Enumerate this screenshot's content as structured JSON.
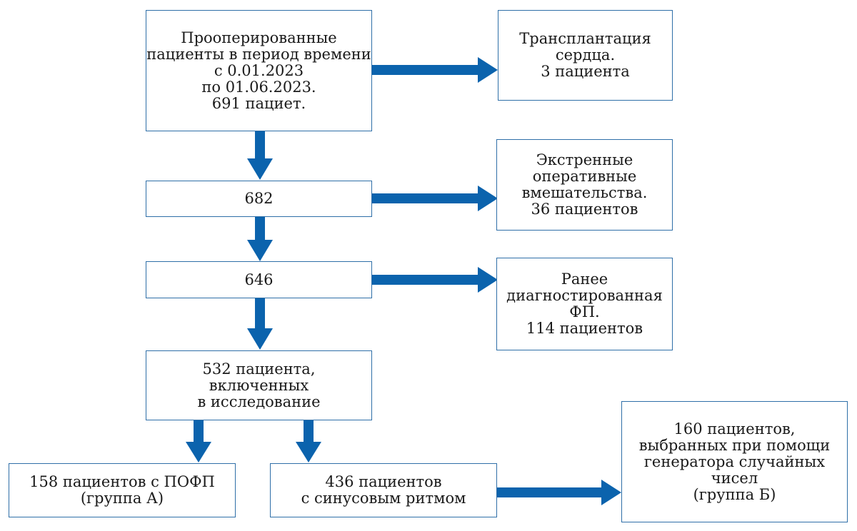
{
  "diagram": {
    "boxes": {
      "operated": "Прооперированные\nпациенты в период времени\nс 0.01.2023\nпо 01.06.2023.\n691 пациет.",
      "transplant": "Трансплантация\nсердца.\n3 пациента",
      "n682": "682",
      "emergency": "Экстренные\nоперативные\nвмешательства.\n36 пациентов",
      "n646": "646",
      "prior_af": "Ранее\nдиагностированная\nФП.\n114 пациентов",
      "included": "532 пациента,\nвключенных\nв исследование",
      "group_a": "158 пациентов с ПОФП\n(группа А)",
      "sinus": "436 пациентов\nс синусовым ритмом",
      "group_b": "160 пациентов,\nвыбранных при помощи\nгенератора случайных\nчисел\n(группа Б)"
    },
    "colors": {
      "arrow": "#0b63ad",
      "border": "#2f6fa8"
    }
  }
}
